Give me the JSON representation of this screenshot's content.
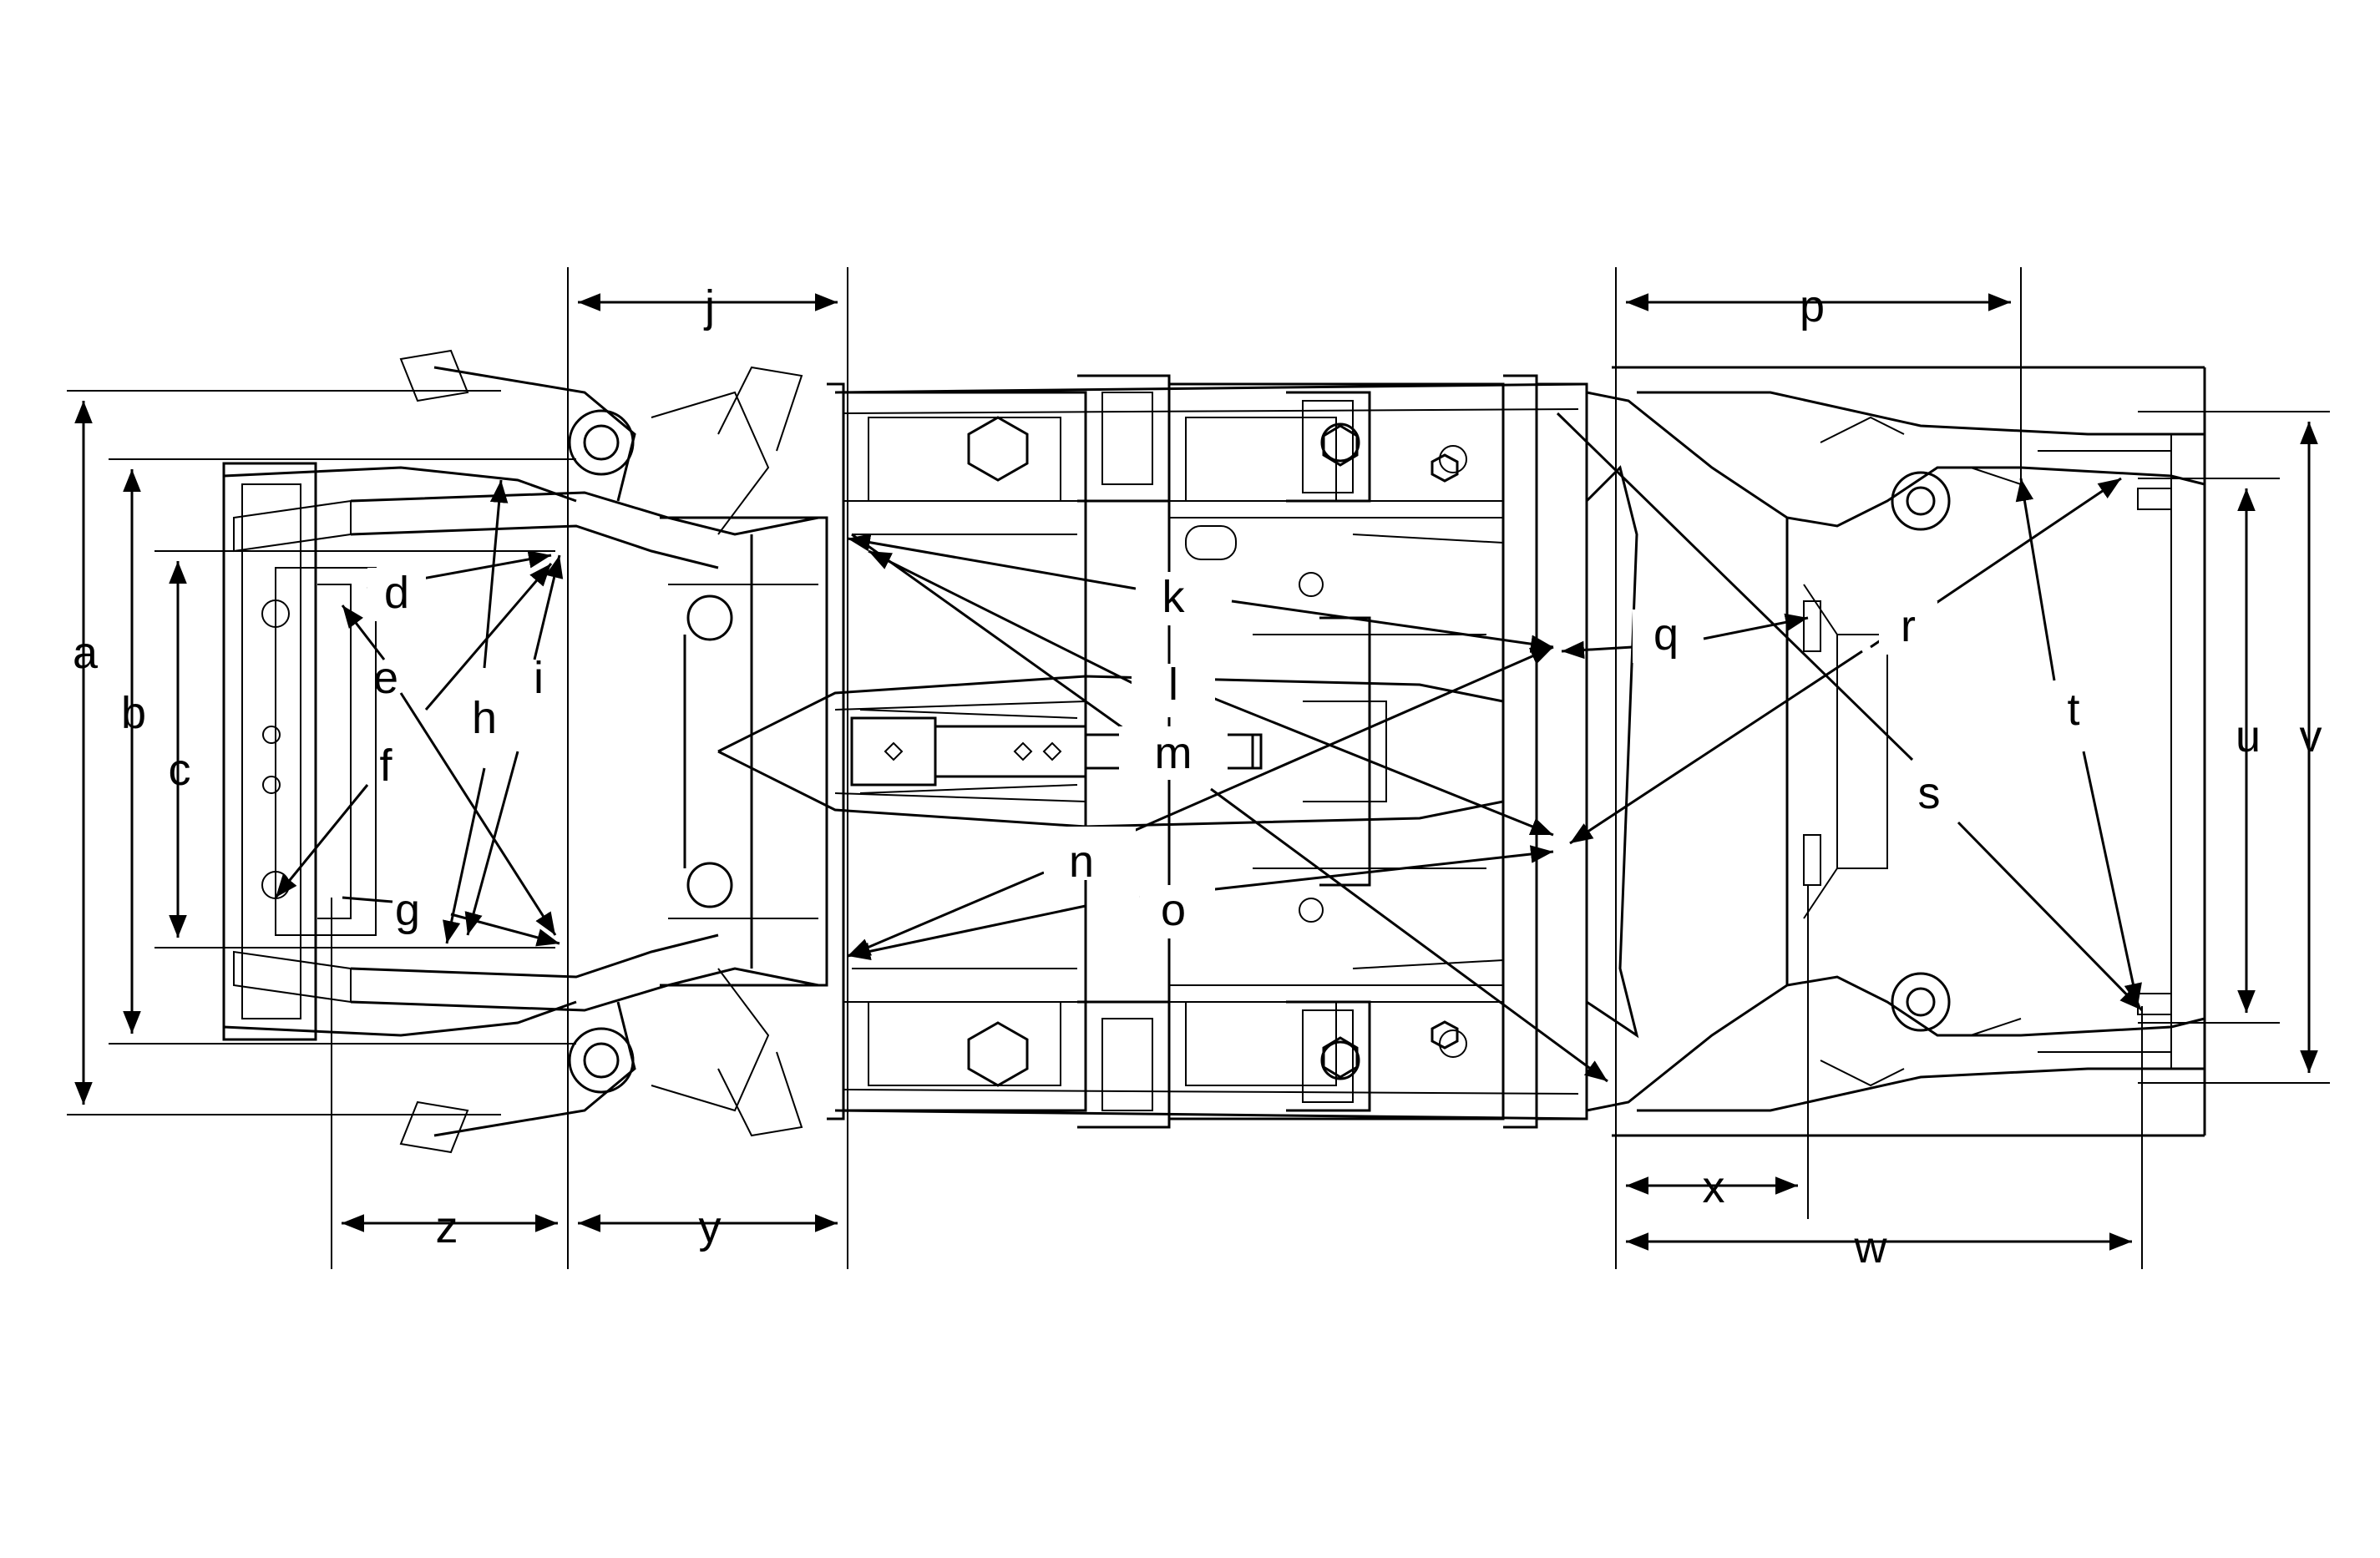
{
  "diagram": {
    "labels": {
      "a": "a",
      "b": "b",
      "c": "c",
      "d": "d",
      "e": "e",
      "f": "f",
      "g": "g",
      "h": "h",
      "i": "i",
      "j": "j",
      "k": "k",
      "l": "l",
      "m": "m",
      "n": "n",
      "o": "o",
      "p": "p",
      "q": "q",
      "r": "r",
      "s": "s",
      "t": "t",
      "u": "u",
      "v": "v",
      "w": "w",
      "x": "x",
      "y": "y",
      "z": "z"
    }
  }
}
